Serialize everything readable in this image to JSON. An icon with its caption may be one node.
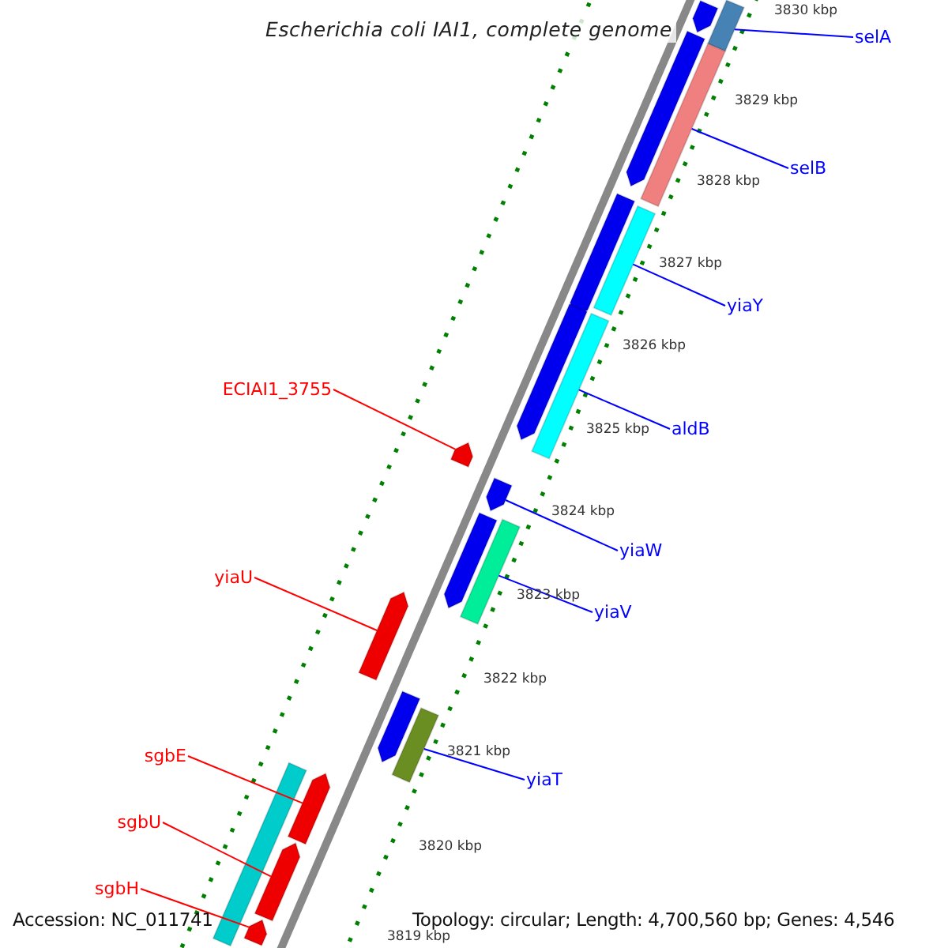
{
  "diagram": {
    "title": "Escherichia coli IAI1, complete genome",
    "nodes": [
      {
        "text": [
          "selA"
        ]
      },
      {
        "text": [
          "selB"
        ]
      },
      {
        "text": [
          "yiaY"
        ]
      },
      {
        "text": [
          "aldB"
        ]
      },
      {
        "text": [
          "yiaW"
        ]
      },
      {
        "text": [
          "yiaV"
        ]
      },
      {
        "text": [
          "yiaT"
        ]
      },
      {
        "text": [
          "ECIAI1_3755"
        ]
      },
      {
        "text": [
          "yiaU"
        ]
      },
      {
        "text": [
          "sgbE"
        ]
      },
      {
        "text": [
          "sgbU"
        ]
      },
      {
        "text": [
          "sgbH"
        ]
      },
      {
        "text": [],
        "shape": "arrow"
      },
      {
        "text": [],
        "shape": "bar"
      },
      {
        "text": [],
        "shape": "arrow"
      },
      {
        "text": [],
        "shape": "bar"
      },
      {
        "text": [],
        "shape": "arrow"
      },
      {
        "text": [],
        "shape": "bar"
      },
      {
        "text": [],
        "shape": "arrow"
      },
      {
        "text": [],
        "shape": "bar"
      },
      {
        "text": [],
        "shape": "arrow"
      },
      {
        "text": [],
        "shape": "arrow"
      },
      {
        "text": [],
        "shape": "bar"
      },
      {
        "text": [],
        "shape": "arrow"
      },
      {
        "text": [],
        "shape": "arrow"
      },
      {
        "text": [],
        "shape": "arrow"
      },
      {
        "text": [],
        "shape": "bar"
      },
      {
        "text": [],
        "shape": "arrow"
      },
      {
        "text": [],
        "shape": "bar"
      },
      {
        "text": [],
        "shape": "arrow"
      },
      {
        "text": [],
        "shape": "arrow"
      }
    ],
    "edges": [
      {
        "from": 0,
        "to": 13,
        "arrow": "none"
      },
      {
        "from": 1,
        "to": 15,
        "arrow": "none"
      },
      {
        "from": 2,
        "to": 17,
        "arrow": "none"
      },
      {
        "from": 3,
        "to": 19,
        "arrow": "none"
      },
      {
        "from": 4,
        "to": 21,
        "arrow": "none"
      },
      {
        "from": 5,
        "to": 22,
        "arrow": "none"
      },
      {
        "from": 6,
        "to": 26,
        "arrow": "none"
      },
      {
        "from": 7,
        "to": 20,
        "arrow": "none",
        "color": "#ff0000"
      },
      {
        "from": 8,
        "to": 24,
        "arrow": "none",
        "color": "#ff0000"
      },
      {
        "from": 9,
        "to": 27,
        "arrow": "none",
        "color": "#ff0000"
      },
      {
        "from": 10,
        "to": 29,
        "arrow": "none",
        "color": "#ff0000"
      },
      {
        "from": 11,
        "to": 30,
        "arrow": "none",
        "color": "#ff0000"
      }
    ],
    "labels": [
      "3830 kbp",
      "3829 kbp",
      "3828 kbp",
      "3827 kbp",
      "3826 kbp",
      "3825 kbp",
      "3824 kbp",
      "3823 kbp",
      "3822 kbp",
      "3821 kbp",
      "3820 kbp",
      "3819 kbp",
      "Accession: NC_011741",
      "Topology: circular; Length: 4,700,560 bp; Genes: 4,546"
    ]
  }
}
